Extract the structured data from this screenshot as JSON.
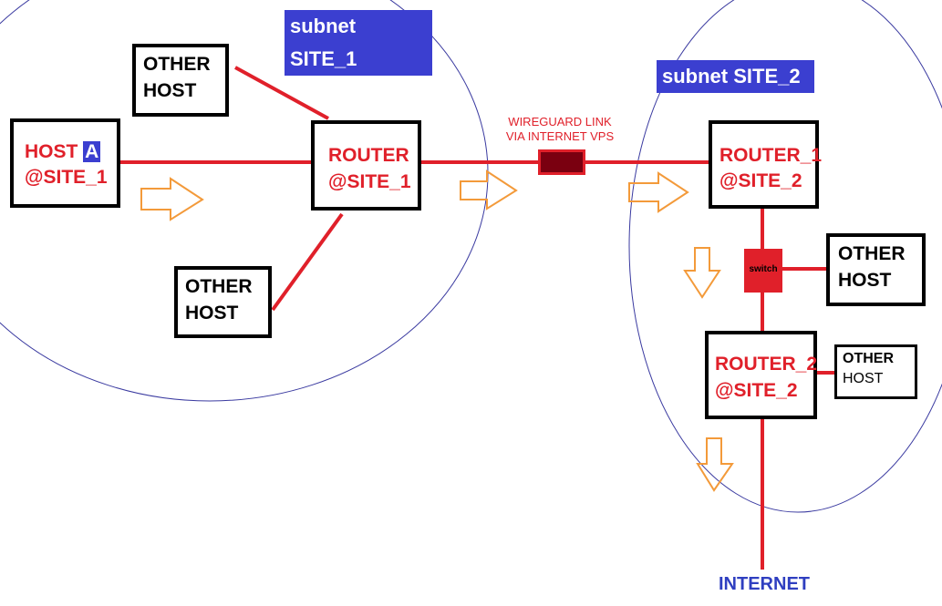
{
  "subnets": {
    "site1": "subnet SITE_1",
    "site2": "subnet SITE_2"
  },
  "host_a": {
    "line1_prefix": "HOST ",
    "line1_highlight": "A",
    "line2": "@SITE_1"
  },
  "router_site1": {
    "line1": "ROUTER",
    "line2": "@SITE_1"
  },
  "router1_site2": {
    "line1": "ROUTER_1",
    "line2": "@SITE_2"
  },
  "router2_site2": {
    "line1": "ROUTER_2",
    "line2": "@SITE_2"
  },
  "other_hosts": [
    {
      "line1": "OTHER",
      "line2": "HOST"
    },
    {
      "line1": "OTHER",
      "line2": "HOST"
    },
    {
      "line1": "OTHER",
      "line2": "HOST"
    },
    {
      "line1": "OTHER",
      "line2": "HOST"
    }
  ],
  "wireguard": {
    "line1": "WIREGUARD LINK",
    "line2": "VIA INTERNET VPS"
  },
  "switch_label": "switch",
  "internet_label": "INTERNET",
  "colors": {
    "link": "#e0202a",
    "arrow": "#f39a3a",
    "subnet_circle": "#3a3aa0",
    "subnet_label_bg": "#3b3fd0",
    "tunnel_fill": "#7a0010"
  }
}
